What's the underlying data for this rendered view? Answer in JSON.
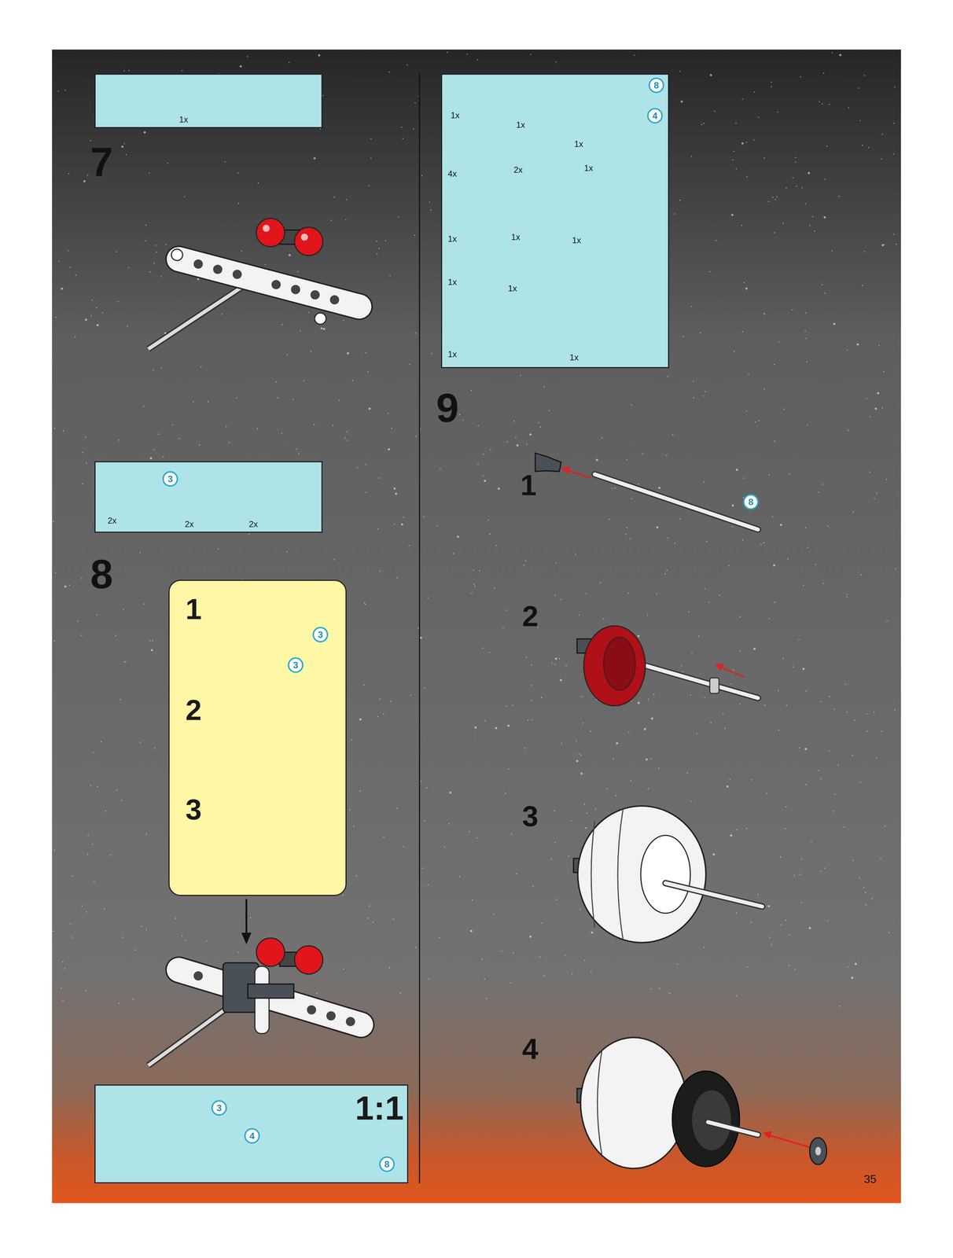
{
  "diagram": {
    "nodes": [
      {
        "text": [
          "1x"
        ]
      },
      {
        "text": [
          "2x",
          "2x",
          "2x"
        ]
      },
      {
        "text": [
          "3"
        ],
        "in": 1
      },
      {
        "text": [
          "1",
          "2",
          "3"
        ]
      },
      {
        "text": [
          "3"
        ],
        "in": 3
      },
      {
        "text": [
          "3"
        ],
        "in": 3
      },
      {
        "text": [
          "1:1"
        ]
      },
      {
        "text": [
          "3"
        ],
        "in": 6
      },
      {
        "text": [
          "4"
        ],
        "in": 6
      },
      {
        "text": [
          "8"
        ],
        "in": 6
      },
      {
        "text": [
          "1x",
          "1x",
          "1x",
          "4x",
          "2x",
          "1x",
          "1x",
          "1x",
          "1x",
          "1x",
          "1x",
          "1x",
          "1x"
        ]
      },
      {
        "text": [
          "8"
        ],
        "in": 10
      },
      {
        "text": [
          "4"
        ],
        "in": 10
      },
      {
        "text": [
          "8"
        ]
      }
    ],
    "labels": [
      "7",
      "8",
      "9",
      "1",
      "2",
      "3",
      "4",
      "35"
    ]
  }
}
